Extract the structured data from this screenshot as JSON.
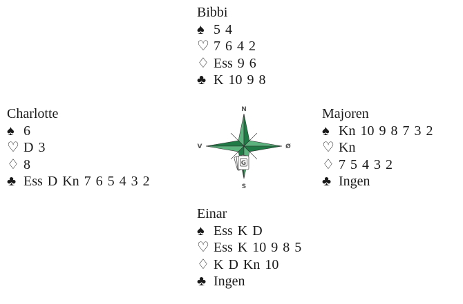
{
  "hands": {
    "north": {
      "name": "Bibbi",
      "spades": "5 4",
      "hearts": "7 6 4 2",
      "diamonds": "Ess 9 6",
      "clubs": "K 10 9 8"
    },
    "west": {
      "name": "Charlotte",
      "spades": "6",
      "hearts": "D 3",
      "diamonds": "8",
      "clubs": "Ess D Kn 7 6 5 4 3 2"
    },
    "east": {
      "name": "Majoren",
      "spades": "Kn 10 9 8 7 3 2",
      "hearts": "Kn",
      "diamonds": "7 5 4 3 2",
      "clubs": "Ingen"
    },
    "south": {
      "name": "Einar",
      "spades": "Ess K D",
      "hearts": "Ess K 10 9 8 5",
      "diamonds": "K D Kn 10",
      "clubs": "Ingen"
    }
  },
  "suit_symbols": {
    "spades": "♠",
    "hearts": "♡",
    "diamonds": "♢",
    "clubs": "♣"
  },
  "compass": {
    "north_label": "N",
    "south_label": "S",
    "west_label": "V",
    "east_label": "Ø",
    "center_badge": "G",
    "colors": {
      "point_dark": "#1f7a45",
      "point_light": "#5cb37d",
      "point_minor": "#8c8c8c",
      "outline": "#333333"
    }
  }
}
